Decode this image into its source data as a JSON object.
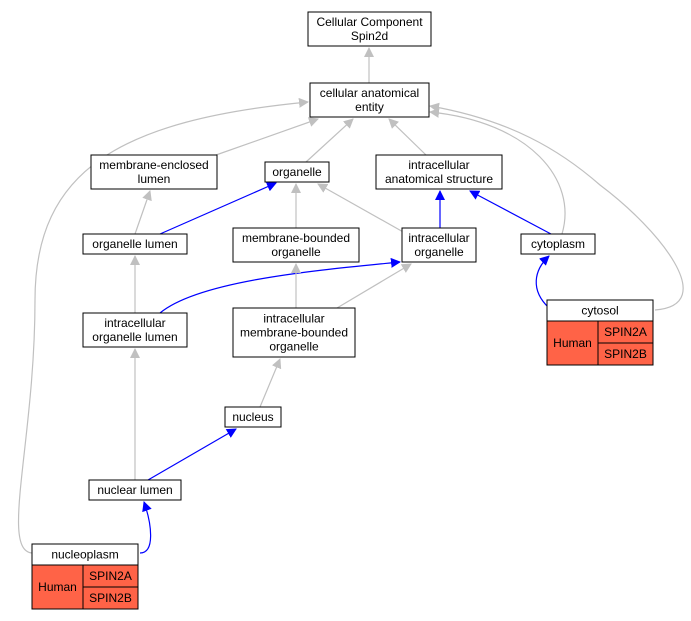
{
  "colors": {
    "grey_edge": "#c0c0c0",
    "blue_edge": "#0000ff",
    "expression_cell": "#ff6347"
  },
  "nodes": {
    "root": {
      "lines": [
        "Cellular Component",
        "Spin2d"
      ]
    },
    "cae": {
      "lines": [
        "cellular anatomical",
        "entity"
      ]
    },
    "mel": {
      "lines": [
        "membrane-enclosed",
        "lumen"
      ]
    },
    "organelle": {
      "lines": [
        "organelle"
      ]
    },
    "ias": {
      "lines": [
        "intracellular",
        "anatomical structure"
      ]
    },
    "ol": {
      "lines": [
        "organelle lumen"
      ]
    },
    "mbo": {
      "lines": [
        "membrane-bounded",
        "organelle"
      ]
    },
    "io": {
      "lines": [
        "intracellular",
        "organelle"
      ]
    },
    "cyto": {
      "lines": [
        "cytoplasm"
      ]
    },
    "iol": {
      "lines": [
        "intracellular",
        "organelle lumen"
      ]
    },
    "imbo": {
      "lines": [
        "intracellular",
        "membrane-bounded",
        "organelle"
      ]
    },
    "nucleus": {
      "lines": [
        "nucleus"
      ]
    },
    "nl": {
      "lines": [
        "nuclear lumen"
      ]
    }
  },
  "tables": {
    "cytosol": {
      "title": "cytosol",
      "species": "Human",
      "genes": [
        "SPIN2A",
        "SPIN2B"
      ]
    },
    "nucleoplasm": {
      "title": "nucleoplasm",
      "species": "Human",
      "genes": [
        "SPIN2A",
        "SPIN2B"
      ]
    }
  },
  "edges": [
    {
      "from": "cae",
      "to": "root",
      "kind": "grey"
    },
    {
      "from": "mel",
      "to": "cae",
      "kind": "grey"
    },
    {
      "from": "organelle",
      "to": "cae",
      "kind": "grey"
    },
    {
      "from": "ias",
      "to": "cae",
      "kind": "grey"
    },
    {
      "from": "ol",
      "to": "mel",
      "kind": "grey"
    },
    {
      "from": "ol",
      "to": "organelle",
      "kind": "blue"
    },
    {
      "from": "mbo",
      "to": "organelle",
      "kind": "grey"
    },
    {
      "from": "io",
      "to": "organelle",
      "kind": "grey"
    },
    {
      "from": "io",
      "to": "ias",
      "kind": "blue"
    },
    {
      "from": "cyto",
      "to": "ias",
      "kind": "blue"
    },
    {
      "from": "cyto",
      "to": "cae",
      "kind": "grey"
    },
    {
      "from": "iol",
      "to": "ol",
      "kind": "grey"
    },
    {
      "from": "iol",
      "to": "io",
      "kind": "blue"
    },
    {
      "from": "imbo",
      "to": "mbo",
      "kind": "grey"
    },
    {
      "from": "imbo",
      "to": "io",
      "kind": "grey"
    },
    {
      "from": "nucleus",
      "to": "imbo",
      "kind": "grey"
    },
    {
      "from": "nl",
      "to": "iol",
      "kind": "grey"
    },
    {
      "from": "nl",
      "to": "nucleus",
      "kind": "blue"
    },
    {
      "from": "cytosol",
      "to": "cyto",
      "kind": "blue"
    },
    {
      "from": "cytosol",
      "to": "cae",
      "kind": "grey"
    },
    {
      "from": "nucleoplasm",
      "to": "nl",
      "kind": "blue"
    },
    {
      "from": "nucleoplasm",
      "to": "cae",
      "kind": "grey"
    }
  ]
}
